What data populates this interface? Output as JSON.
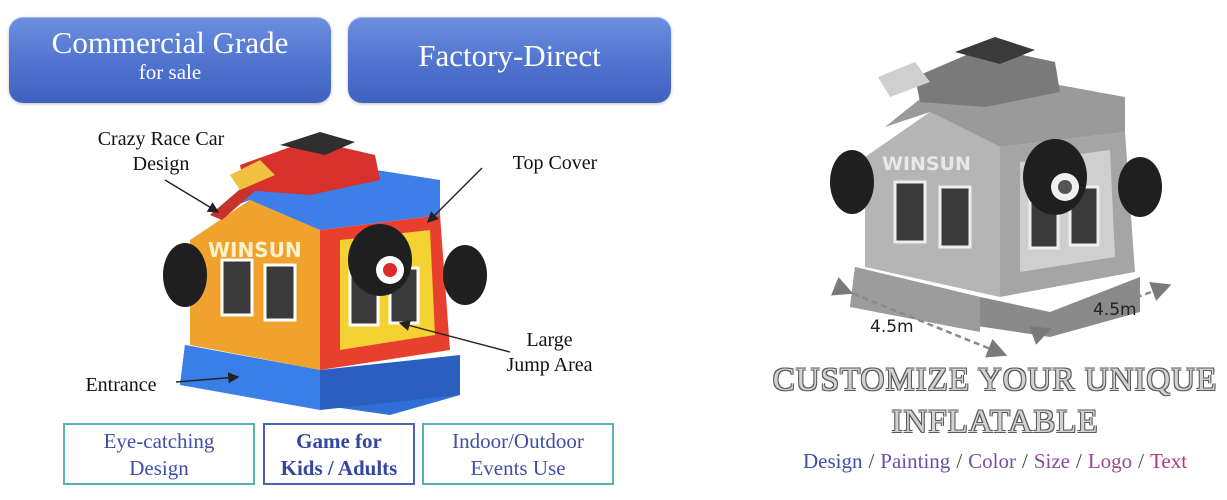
{
  "badges": {
    "commercial_grade": "Commercial Grade",
    "commercial_grade_sub": "for sale",
    "factory_direct": "Factory-Direct"
  },
  "callouts": {
    "race_car_line1": "Crazy Race Car",
    "race_car_line2": "Design",
    "top_cover": "Top Cover",
    "jump_area_line1": "Large",
    "jump_area_line2": "Jump Area",
    "entrance": "Entrance"
  },
  "features": [
    {
      "line1": "Eye-catching",
      "line2": "Design"
    },
    {
      "line1": "Game for",
      "line2": "Kids / Adults"
    },
    {
      "line1": "Indoor/Outdoor",
      "line2": "Events Use"
    }
  ],
  "dimensions": {
    "width": "4.5m",
    "depth": "4.5m"
  },
  "customize": {
    "title_line1": "CUSTOMIZE YOUR UNIQUE",
    "title_line2": "INFLATABLE",
    "options": [
      {
        "label": "Design",
        "color": "#3d4fa6"
      },
      {
        "label": "Painting",
        "color": "#6a4fa8"
      },
      {
        "label": "Color",
        "color": "#7a4fa8"
      },
      {
        "label": "Size",
        "color": "#8a4a9a"
      },
      {
        "label": "Logo",
        "color": "#9a4a8a"
      },
      {
        "label": "Text",
        "color": "#b0387a"
      }
    ]
  },
  "logo_text": "WINSUN",
  "colors": {
    "badge_blue": "#4f73cf",
    "feature_teal": "#5ab1b5",
    "feature_blue": "#4d61b8"
  }
}
